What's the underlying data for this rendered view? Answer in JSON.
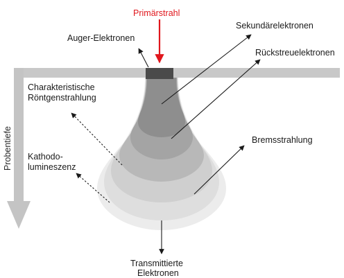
{
  "labels": {
    "primary_beam": "Primärstrahl",
    "auger": "Auger-Elektronen",
    "secondary": "Sekundärelektronen",
    "backscatter": "Rückstreuelektronen",
    "xray_line1": "Charakteristische",
    "xray_line2": "Röntgenstrahlung",
    "cathodo_line1": "Kathodo-",
    "cathodo_line2": "lumineszenz",
    "bremsstrahlung": "Bremsstrahlung",
    "transmitted_line1": "Transmittierte",
    "transmitted_line2": "Elektronen",
    "depth_axis": "Probentiefe"
  },
  "colors": {
    "primary_beam": "#e0161c",
    "surface": "#c8c8c8",
    "depth_arrow": "#c4c4c4",
    "zone_outer": "#ececec",
    "zone_bremsstrahlung": "#dedede",
    "zone_cathodo": "#cfcfcf",
    "zone_xray": "#b8b8b8",
    "zone_backscatter": "#a4a4a4",
    "zone_secondary": "#8e8e8e",
    "beam_spot": "#4a4a4a"
  }
}
